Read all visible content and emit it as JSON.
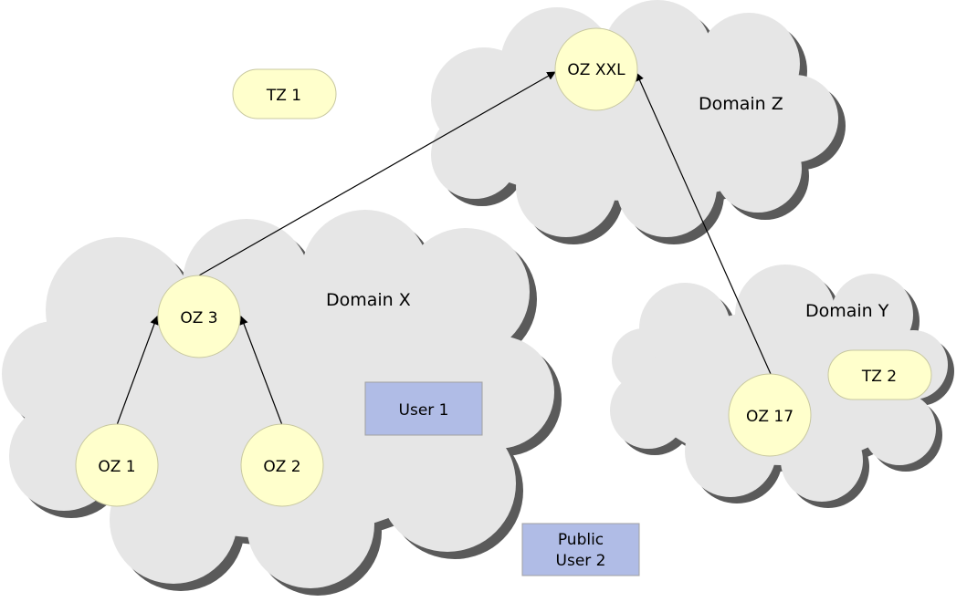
{
  "domains": {
    "z": {
      "label": "Domain Z"
    },
    "x": {
      "label": "Domain X"
    },
    "y": {
      "label": "Domain Y"
    }
  },
  "nodes": {
    "oz_xxl": "OZ XXL",
    "oz3": "OZ 3",
    "oz1": "OZ 1",
    "oz2": "OZ 2",
    "oz17": "OZ 17",
    "tz1": "TZ 1",
    "tz2": "TZ 2"
  },
  "users": {
    "user1": "User 1",
    "public_user2": {
      "line1": "Public",
      "line2": "User 2"
    }
  },
  "colors": {
    "cloud": "#e6e6e6",
    "cloud_shadow": "#5a5a5a",
    "zone_fill": "#ffffcc",
    "user_fill": "#b0bce6"
  },
  "edges": [
    {
      "from": "OZ 3",
      "to": "OZ XXL"
    },
    {
      "from": "OZ 17",
      "to": "OZ XXL"
    },
    {
      "from": "OZ 1",
      "to": "OZ 3"
    },
    {
      "from": "OZ 2",
      "to": "OZ 3"
    }
  ]
}
